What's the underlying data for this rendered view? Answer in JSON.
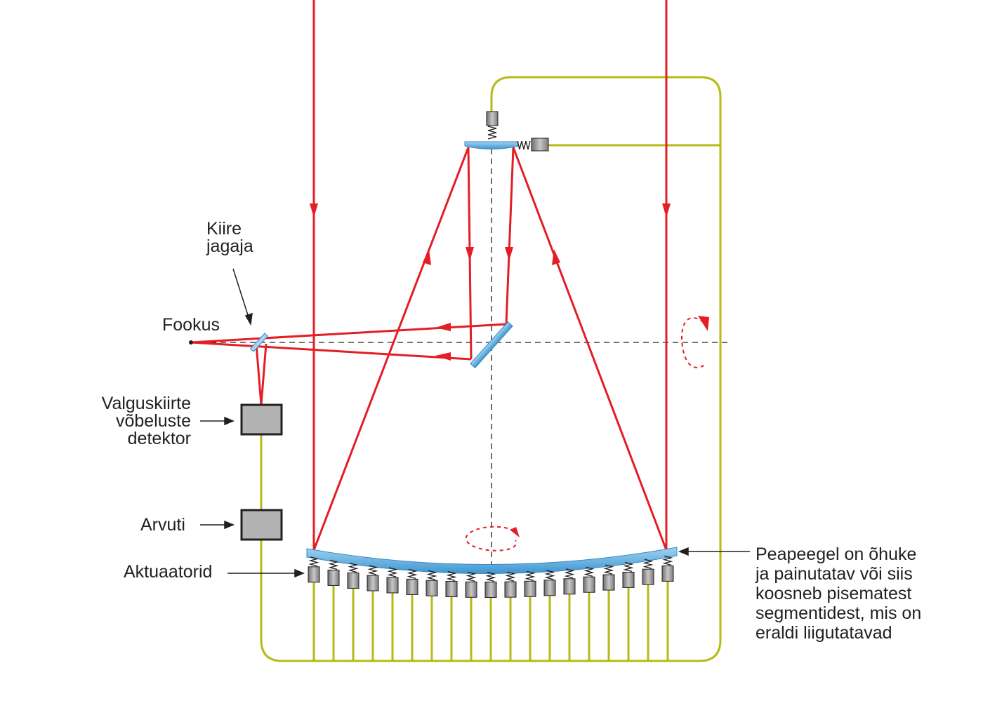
{
  "labels": {
    "beam_splitter": [
      "Kiire",
      "jagaja"
    ],
    "focus": "Fookus",
    "wavefront_detector": [
      "Valguskiirte",
      "võbeluste",
      "detektor"
    ],
    "computer": "Arvuti",
    "actuators": "Aktuaatorid",
    "primary_mirror": [
      "Peapeegel on õhuke",
      "ja painutatav või siis",
      "koosneb pisematest",
      "segmentidest, mis on",
      "eraldi liigutatavad"
    ]
  },
  "colors": {
    "light_ray": "#e31e24",
    "control_wire": "#b9b915",
    "mirror": "#5bb1e0",
    "box_fill": "#b3b3b3",
    "actuator_fill": "#9e9e9e",
    "text": "#231f20"
  },
  "actuator_count": 19
}
